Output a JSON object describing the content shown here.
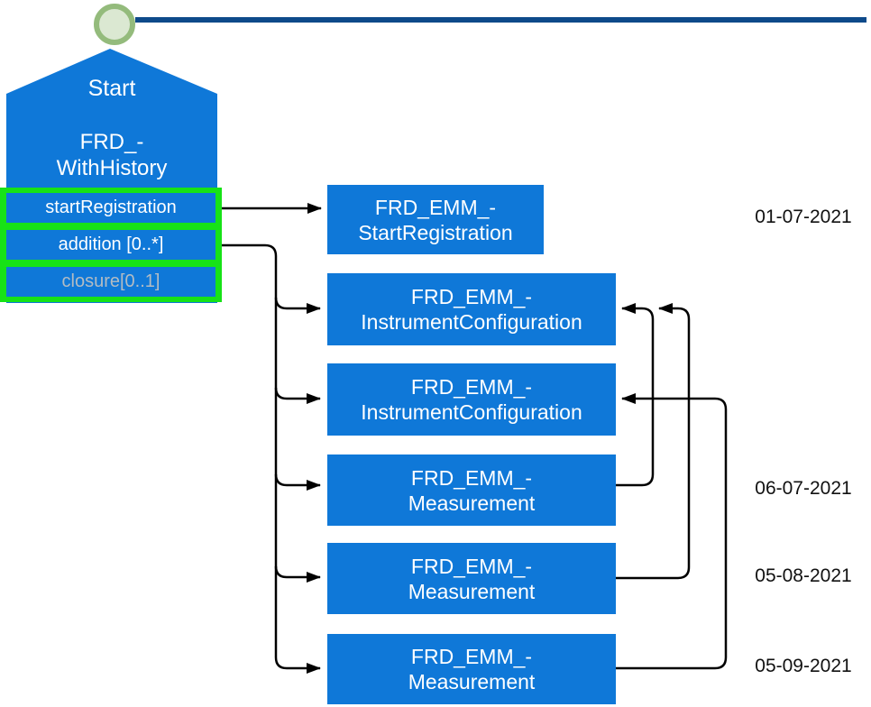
{
  "colors": {
    "box_blue": "#0f78d8",
    "highlight_green": "#17e217",
    "timeline_navy": "#0e4a8a",
    "circle_fill": "#dbe8d2",
    "circle_stroke": "#94bb7c",
    "muted_label": "#b3bcc3",
    "connector": "#000000"
  },
  "start_node": {
    "title": "Start",
    "name_line1": "FRD_-",
    "name_line2": "WithHistory",
    "operations": [
      {
        "label": "startRegistration",
        "muted": false
      },
      {
        "label": "addition [0..*]",
        "muted": false
      },
      {
        "label": "closure[0..1]",
        "muted": true
      }
    ]
  },
  "event_boxes": [
    {
      "line1": "FRD_EMM_-",
      "line2": "StartRegistration"
    },
    {
      "line1": "FRD_EMM_-",
      "line2": "InstrumentConfiguration"
    },
    {
      "line1": "FRD_EMM_-",
      "line2": "InstrumentConfiguration"
    },
    {
      "line1": "FRD_EMM_-",
      "line2": "Measurement"
    },
    {
      "line1": "FRD_EMM_-",
      "line2": "Measurement"
    },
    {
      "line1": "FRD_EMM_-",
      "line2": "Measurement"
    }
  ],
  "dates": [
    "01-07-2021",
    "06-07-2021",
    "05-08-2021",
    "05-09-2021"
  ]
}
